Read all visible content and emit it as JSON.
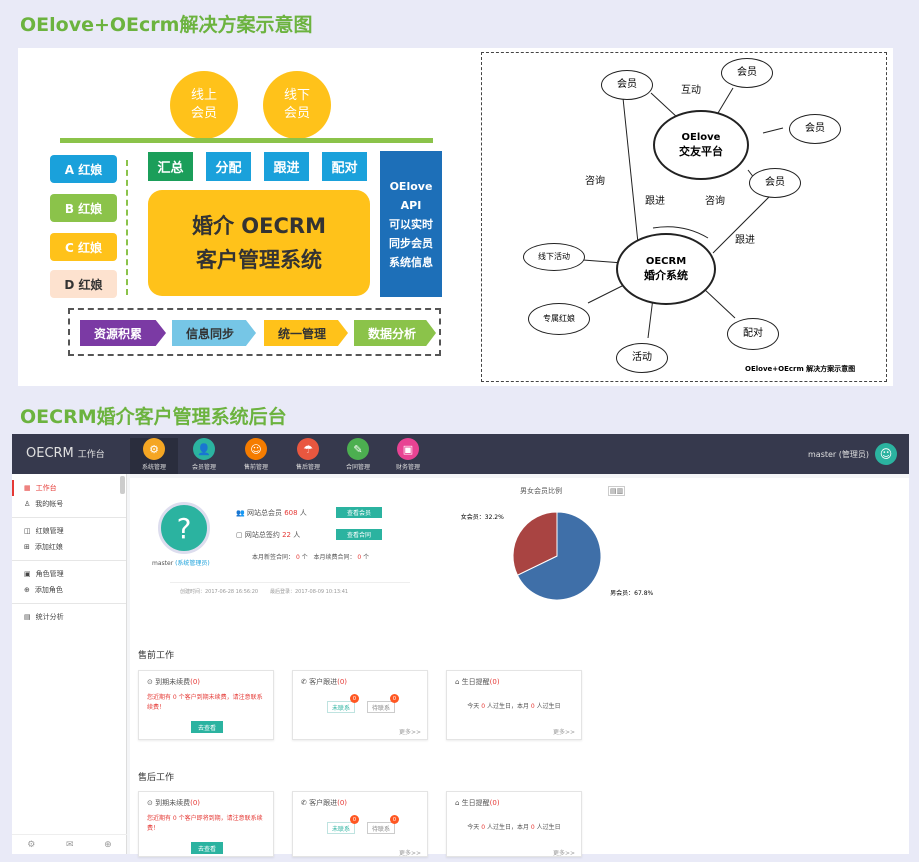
{
  "headings": {
    "top": "OElove+OEcrm解决方案示意图",
    "bottom": "OECRM婚介客户管理系统后台"
  },
  "left_diagram": {
    "online": [
      "线上",
      "会员"
    ],
    "offline": [
      "线下",
      "会员"
    ],
    "matchmakers": [
      "A 红娘",
      "B 红娘",
      "C 红娘",
      "D 红娘"
    ],
    "actions": [
      "汇总",
      "分配",
      "跟进",
      "配对"
    ],
    "center": [
      "婚介 OECRM",
      "客户管理系统"
    ],
    "api": [
      "OElove",
      "API",
      "可以实时",
      "同步会员",
      "系统信息"
    ],
    "flow": [
      "资源积累",
      "信息同步",
      "统一管理",
      "数据分析"
    ]
  },
  "right_diagram": {
    "platform": [
      "OElove",
      "交友平台"
    ],
    "system": [
      "OECRM",
      "婚介系统"
    ],
    "member": "会员",
    "interact": "互动",
    "consult": "咨询",
    "follow": "跟进",
    "outputs": [
      "线下活动",
      "专属红娘",
      "配对",
      "活动"
    ],
    "caption": "OElove+OEcrm 解决方案示意图"
  },
  "app": {
    "brand": "OECRM",
    "brand_sub": "工作台",
    "nav": [
      {
        "label": "系统管理",
        "color": "#f5a623",
        "icon": "⚙"
      },
      {
        "label": "会员管理",
        "color": "#2bb3a0",
        "icon": "👤"
      },
      {
        "label": "售前管理",
        "color": "#f57c00",
        "icon": "☺"
      },
      {
        "label": "售后管理",
        "color": "#e9573f",
        "icon": "☂"
      },
      {
        "label": "合同管理",
        "color": "#4caf50",
        "icon": "✎"
      },
      {
        "label": "财务管理",
        "color": "#e84393",
        "icon": "▣"
      }
    ],
    "user": "master (管理员)",
    "sidebar": [
      "工作台",
      "我的帐号",
      "红娘管理",
      "添加红娘",
      "角色管理",
      "添加角色",
      "统计分析"
    ],
    "profile": {
      "name": "master",
      "role": "(系统管理员)"
    },
    "stats": {
      "total_label": "网站总会员",
      "total": "608",
      "unit": "人",
      "btn1": "查看会员",
      "signed_label": "网站总签约",
      "signed": "22",
      "btn2": "查看合同",
      "month_new_label": "本月新签合同：",
      "month_new": "0",
      "month_new_unit": "个",
      "month_renew_label": "本月续费合同：",
      "month_renew": "0",
      "month_renew_unit": "个"
    },
    "created": "创建时间：2017-06-28 16:56:20",
    "last_login": "最后登录：2017-08-09 10:13:41",
    "chart_title": "男女会员比例",
    "presale_title": "售前工作",
    "aftersale_title": "售后工作",
    "cards": {
      "expire_title": "到期未续费",
      "expire_count": "(0)",
      "expire_text1": "您近期有 0 个客户到期未续费，请注意联系续费！",
      "expire_text2": "您近期有 0 个客户即将到期，请注意联系续费！",
      "go_btn": "去查看",
      "follow_title": "客户跟进",
      "follow_count": "(0)",
      "uncontacted": "未联系",
      "pending": "待联系",
      "badge": "0",
      "birthday_title": "生日提醒",
      "birthday_count": "(0)",
      "bday_pre": "今天",
      "bday_mid": "人过生日，本月",
      "bday_post": "人过生日",
      "bday_today": "0",
      "bday_month": "0",
      "more": "更多>>"
    }
  },
  "chart_data": {
    "type": "pie",
    "title": "男女会员比例",
    "categories": [
      "男会员",
      "女会员"
    ],
    "values": [
      67.8,
      32.2
    ],
    "labels": [
      "男会员：67.8%",
      "女会员：32.2%"
    ],
    "colors": [
      "#3f6fa8",
      "#a94442"
    ]
  }
}
